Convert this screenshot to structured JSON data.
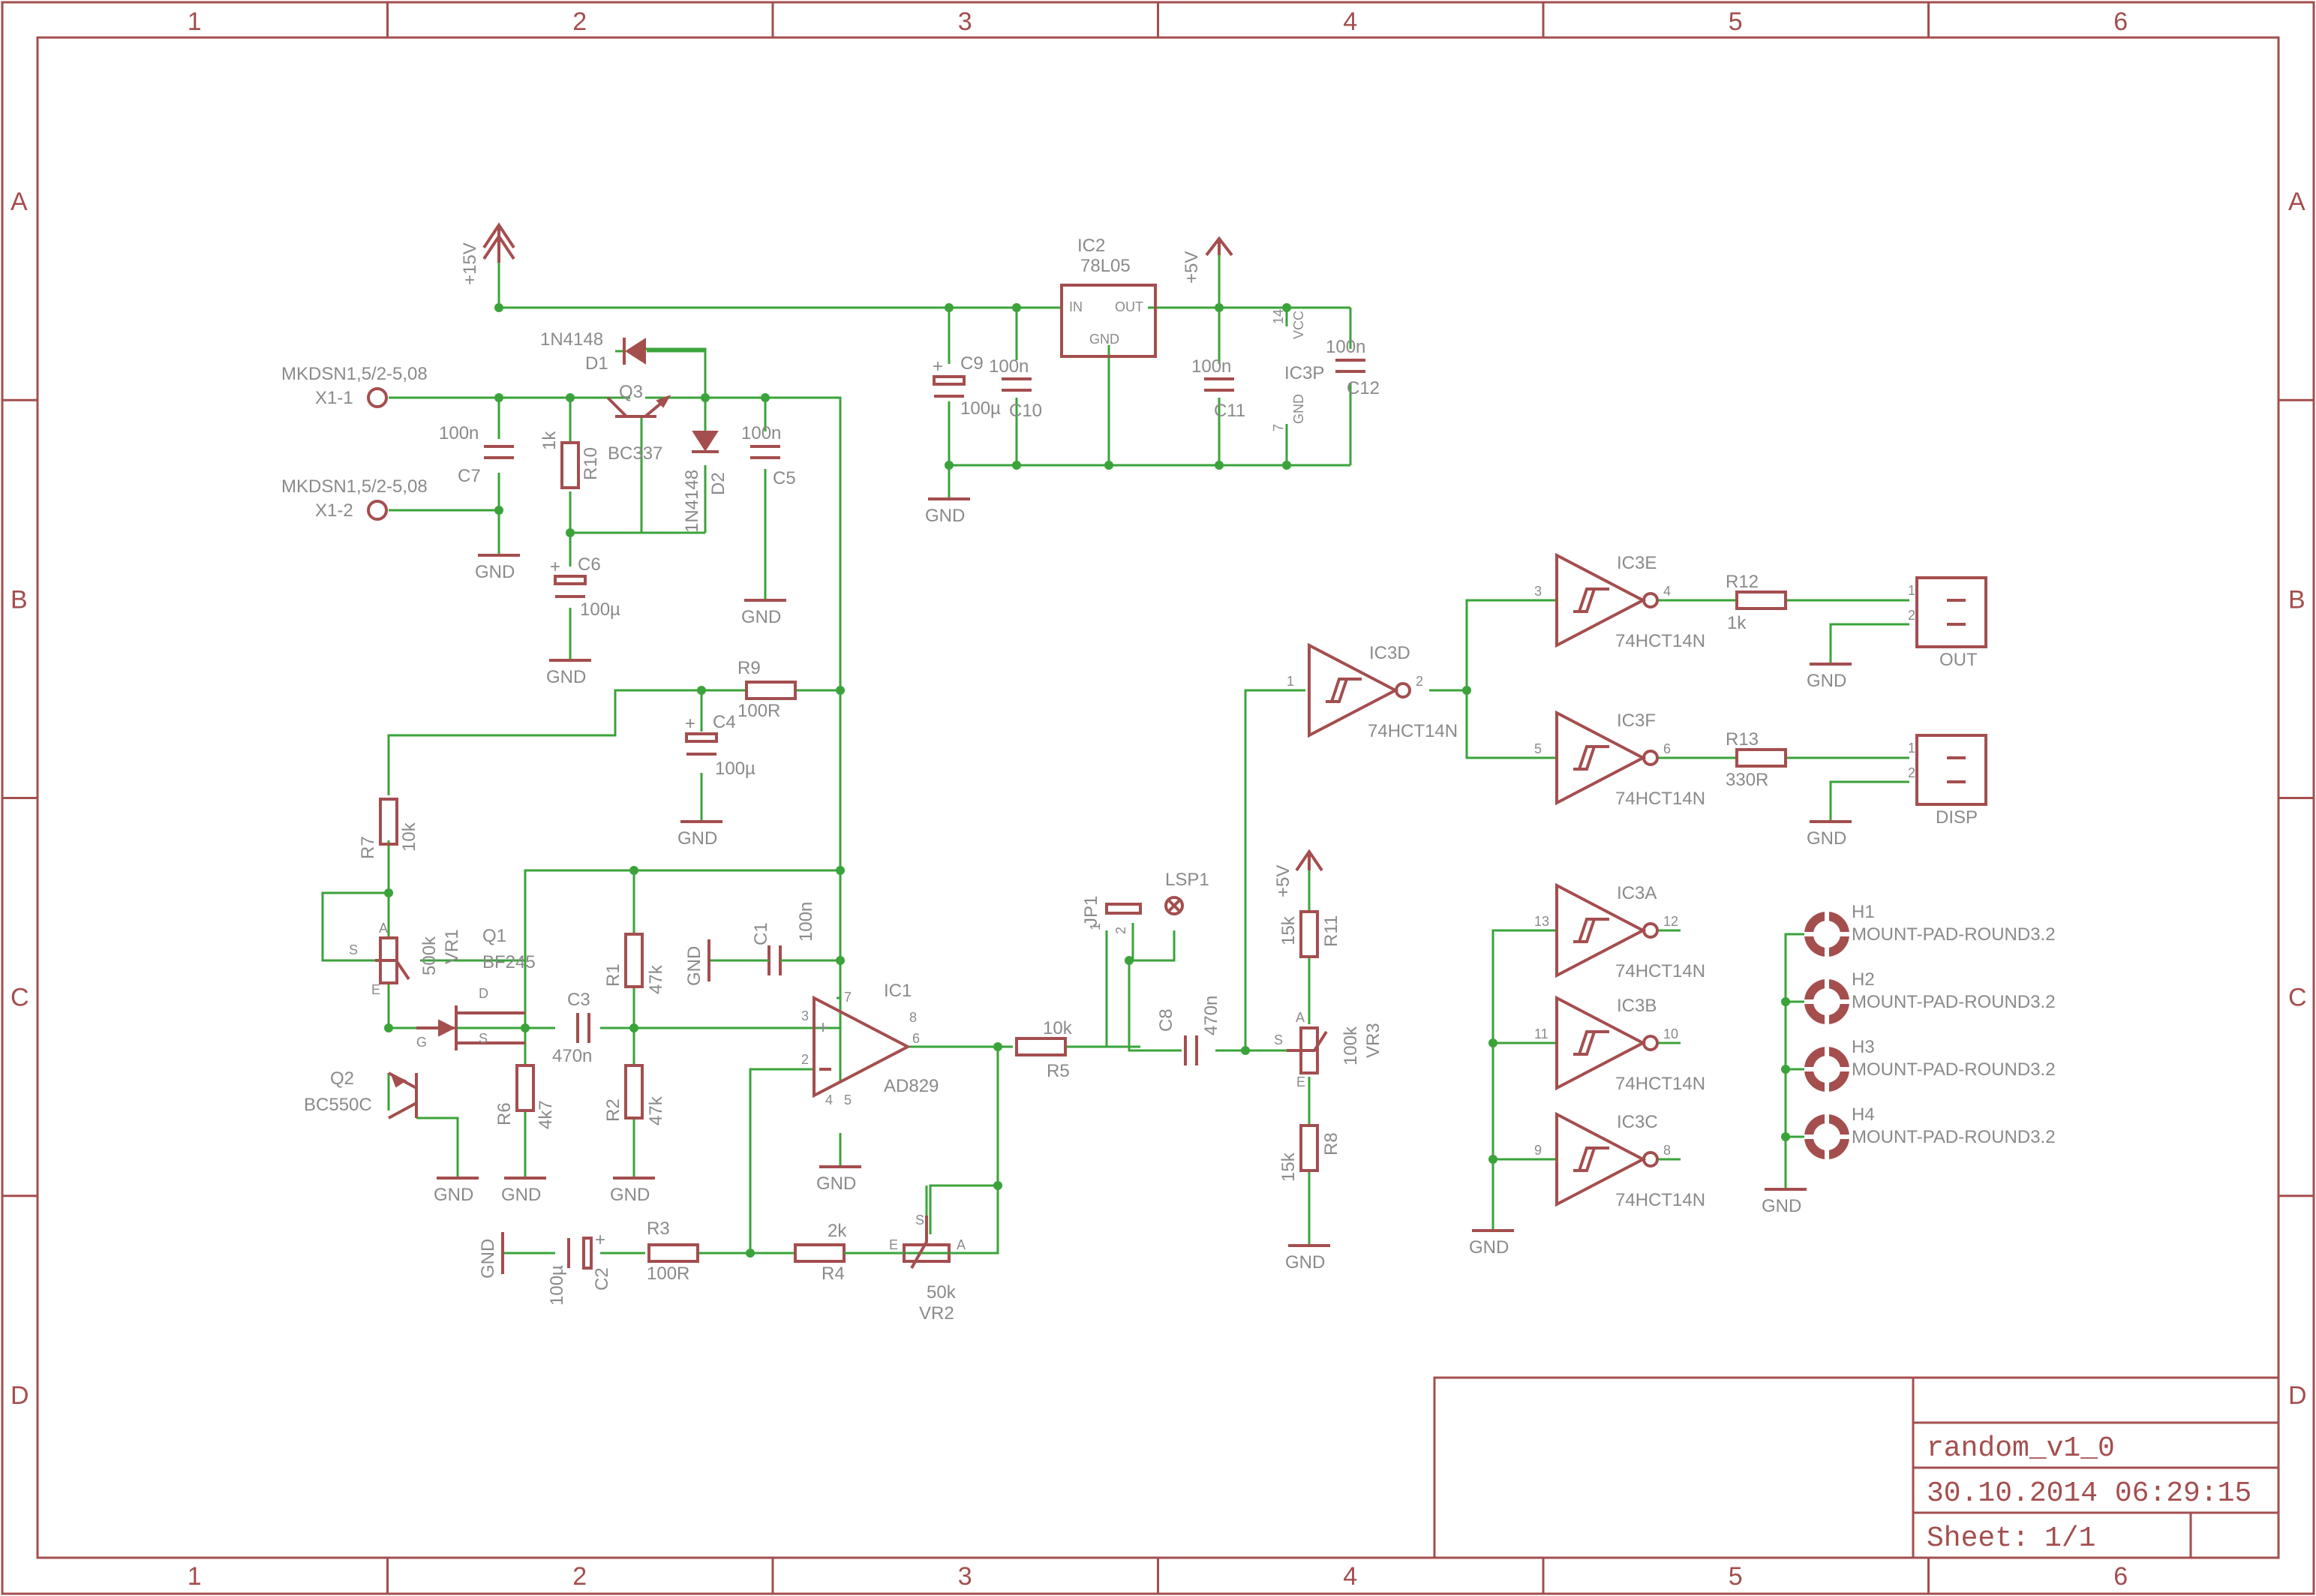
{
  "frame": {
    "columns": [
      "1",
      "2",
      "3",
      "4",
      "5",
      "6"
    ],
    "rows": [
      "A",
      "B",
      "C",
      "D"
    ]
  },
  "title_block": {
    "name": "random_v1_0",
    "datetime": "30.10.2014 06:29:15",
    "sheet_label": "Sheet:",
    "sheet_value": "1/1"
  },
  "colors": {
    "symbol": "#a44e4e",
    "net": "#3aa33a",
    "text": "#8a8a8a"
  },
  "labels": {
    "p15v": "+15V",
    "p5v_a": "+5V",
    "p5v_b": "+5V",
    "x1_1_type": "MKDSN1,5/2-5,08",
    "x1_1": "X1-1",
    "x1_2_type": "MKDSN1,5/2-5,08",
    "x1_2": "X1-2",
    "d1": "D1",
    "d1_val": "1N4148",
    "q3": "Q3",
    "q3_val": "BC337",
    "d2": "D2",
    "d2_val": "1N4148",
    "c7": "C7",
    "c7_val": "100n",
    "r10": "R10",
    "r10_val": "1k",
    "c5": "C5",
    "c5_val": "100n",
    "c6": "C6",
    "c6_val": "100µ",
    "ic2": "IC2",
    "ic2_val": "78L05",
    "ic2_in": "IN",
    "ic2_out": "OUT",
    "ic2_gnd": "GND",
    "c9": "C9",
    "c9_val": "100µ",
    "c10": "C10",
    "c10_val": "100n",
    "c11": "C11",
    "c11_val": "100n",
    "ic3p": "IC3P",
    "pin14": "14",
    "pin7": "7",
    "vcc": "VCC",
    "gndp": "GND",
    "c12": "C12",
    "c12_val": "100n",
    "r9": "R9",
    "r9_val": "100R",
    "c4": "C4",
    "c4_val": "100µ",
    "r7": "R7",
    "r7_val": "10k",
    "vr1": "VR1",
    "vr1_val": "500k",
    "q1": "Q1",
    "q1_val": "BF245",
    "q1_d": "D",
    "q1_g": "G",
    "q1_s": "S",
    "q2": "Q2",
    "q2_val": "BC550C",
    "c3": "C3",
    "c3_val": "470n",
    "r1": "R1",
    "r1_val": "47k",
    "r2": "R2",
    "r2_val": "47k",
    "r6": "R6",
    "r6_val": "4k7",
    "c1": "C1",
    "c1_val": "100n",
    "ic1": "IC1",
    "ic1_val": "AD829",
    "r5": "R5",
    "r5_val": "10k",
    "c2": "C2",
    "c2_val": "100µ",
    "r3": "R3",
    "r3_val": "100R",
    "r4": "R4",
    "r4_val": "2k",
    "vr2": "VR2",
    "vr2_val": "50k",
    "jp1": "JP1",
    "lsp1": "LSP1",
    "c8": "C8",
    "c8_val": "470n",
    "r11": "R11",
    "r11_val": "15k",
    "vr3": "VR3",
    "vr3_val": "100k",
    "r8": "R8",
    "r8_val": "15k",
    "ic3a": "IC3A",
    "ic3b": "IC3B",
    "ic3c": "IC3C",
    "ic3d": "IC3D",
    "ic3e": "IC3E",
    "ic3f": "IC3F",
    "hct": "74HCT14N",
    "r12": "R12",
    "r12_val": "1k",
    "r13": "R13",
    "r13_val": "330R",
    "out": "OUT",
    "disp": "DISP",
    "h1": "H1",
    "h2": "H2",
    "h3": "H3",
    "h4": "H4",
    "mount": "MOUNT-PAD-ROUND3.2",
    "gnd": "GND",
    "pins": [
      "1",
      "2",
      "3",
      "4",
      "5",
      "6",
      "7",
      "8",
      "9",
      "10",
      "11",
      "12",
      "13"
    ],
    "pin_a": "A",
    "pin_e": "E",
    "pin_s": "S",
    "plus": "+"
  }
}
